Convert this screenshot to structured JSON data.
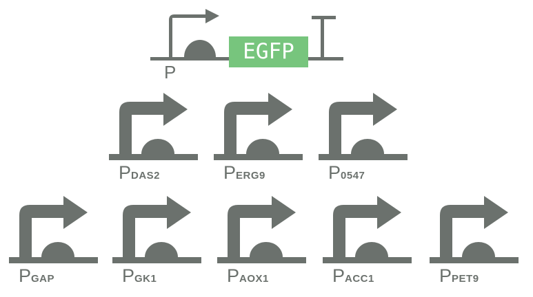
{
  "colors": {
    "ink": "#6b716d",
    "gene_green": "#77c57d",
    "gene_text": "#ffffff",
    "background": "#ffffff"
  },
  "icons": {
    "promoter": "bent-arrow-promoter-icon",
    "rbs_dome": "dome-icon",
    "terminator": "t-bar-terminator-icon"
  },
  "construct": {
    "promoter_label": "P",
    "gene_label": "EGFP"
  },
  "promoters": [
    {
      "main": "P",
      "sub": "DAS2"
    },
    {
      "main": "P",
      "sub": "ERG9"
    },
    {
      "main": "P",
      "sub": "0547"
    },
    {
      "main": "P",
      "sub": "GAP"
    },
    {
      "main": "P",
      "sub": "GK1"
    },
    {
      "main": "P",
      "sub": "AOX1"
    },
    {
      "main": "P",
      "sub": "ACC1"
    },
    {
      "main": "P",
      "sub": "PET9"
    }
  ]
}
